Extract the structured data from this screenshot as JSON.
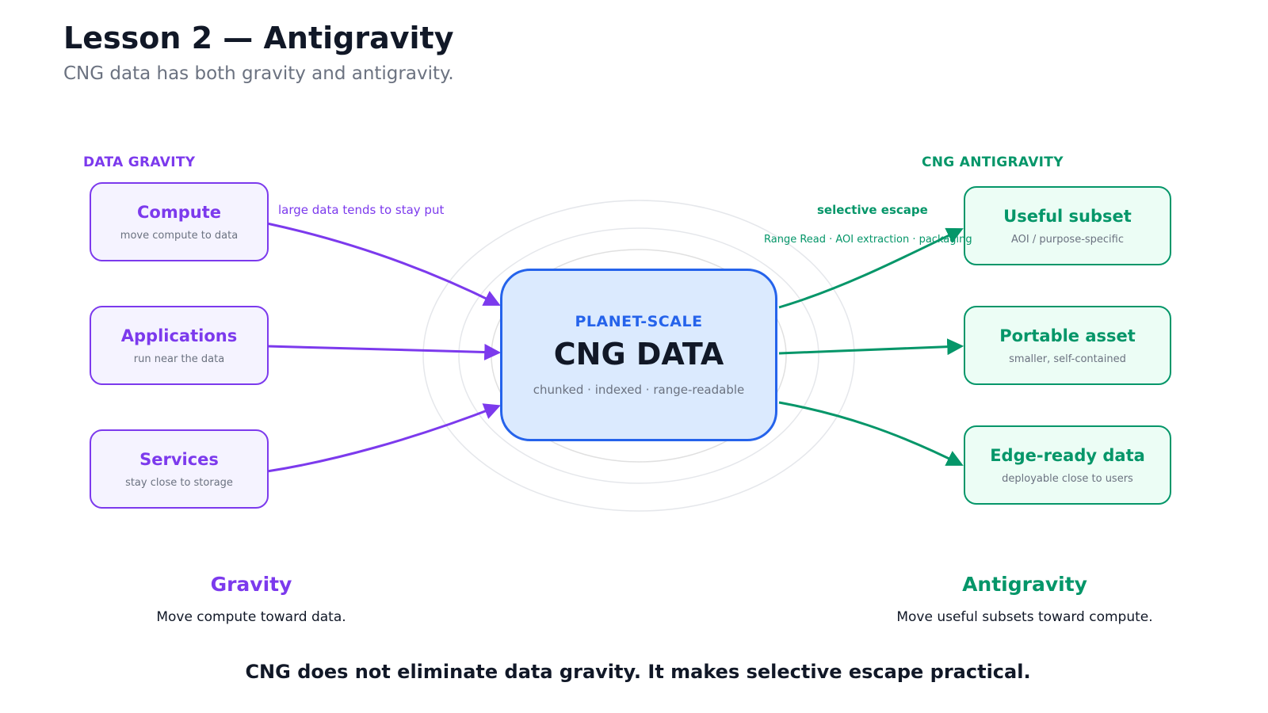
{
  "header": {
    "title": "Lesson 2 — Antigravity",
    "subtitle": "CNG data has both gravity and antigravity."
  },
  "gravity": {
    "section_label": "DATA GRAVITY",
    "edge_label": "large data tends to stay put",
    "nodes": [
      {
        "title": "Compute",
        "subtitle": "move compute to data"
      },
      {
        "title": "Applications",
        "subtitle": "run near the data"
      },
      {
        "title": "Services",
        "subtitle": "stay close to storage"
      }
    ],
    "summary_title": "Gravity",
    "summary_text": "Move compute toward data."
  },
  "core": {
    "kicker": "PLANET-SCALE",
    "title": "CNG DATA",
    "subtitle": "chunked · indexed · range-readable"
  },
  "antigravity": {
    "section_label": "CNG ANTIGRAVITY",
    "edge_label": "selective escape",
    "edge_sublabel": "Range Read · AOI extraction · packaging",
    "nodes": [
      {
        "title": "Useful subset",
        "subtitle": "AOI / purpose-specific"
      },
      {
        "title": "Portable asset",
        "subtitle": "smaller, self-contained"
      },
      {
        "title": "Edge-ready data",
        "subtitle": "deployable close to users"
      }
    ],
    "summary_title": "Antigravity",
    "summary_text": "Move useful subsets toward compute."
  },
  "footer": "CNG does not eliminate data gravity. It makes selective escape practical.",
  "colors": {
    "gravity": "#7c3aed",
    "antigravity": "#059669",
    "core": "#2563eb",
    "rings": "#d1d5db"
  }
}
